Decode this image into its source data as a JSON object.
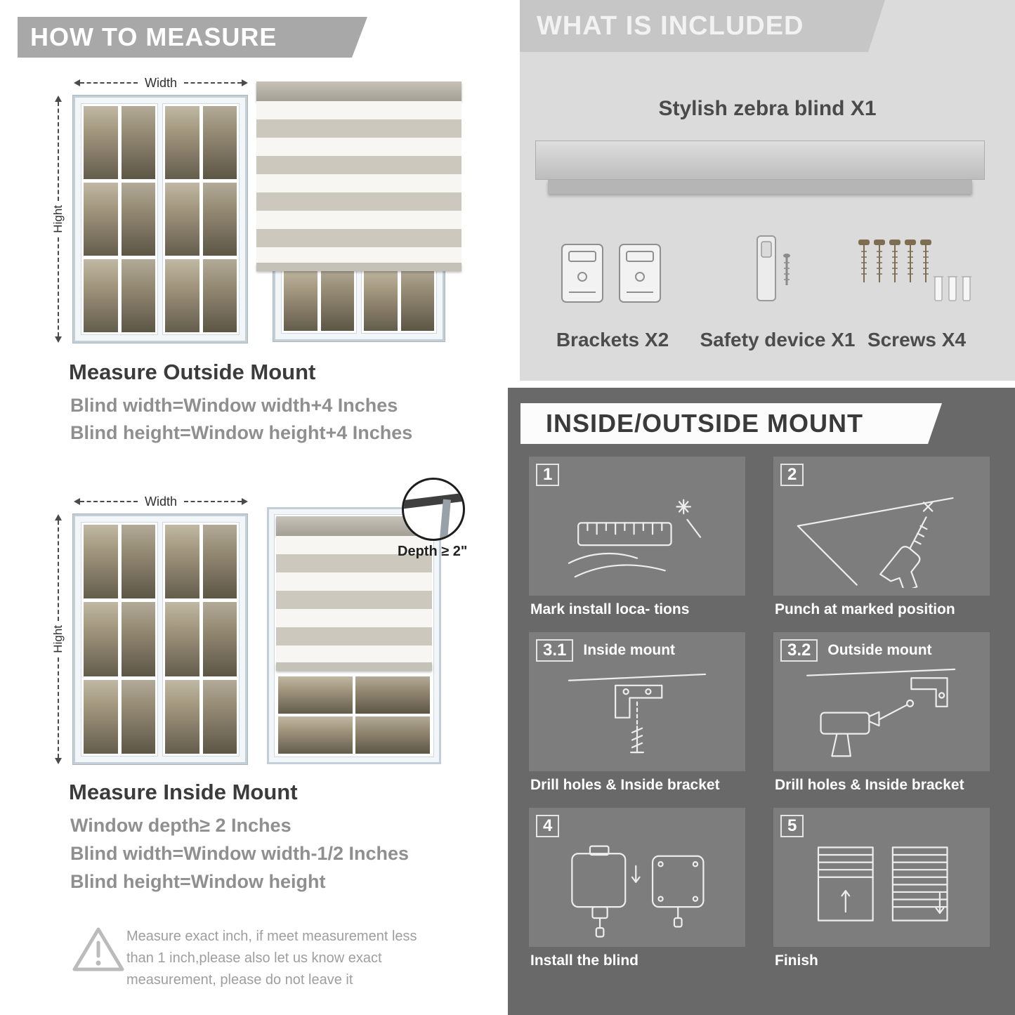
{
  "colors": {
    "banner_gray": "#a8a8a8",
    "included_panel": "#dbdbdb",
    "mount_panel": "#696969",
    "heading_dark": "#3b3b3b",
    "formula_gray": "#8f8f8f"
  },
  "left": {
    "banner": "HOW TO MEASURE",
    "outside_fig": {
      "width_label": "Width",
      "height_label": "Hight"
    },
    "outside_heading": "Measure Outside Mount",
    "outside_lines": [
      "Blind width=Window width+4 Inches",
      "Blind height=Window height+4 Inches"
    ],
    "inside_fig": {
      "width_label": "Width",
      "height_label": "Hight",
      "depth_label": "Depth ≥ 2\""
    },
    "inside_heading": "Measure Inside Mount",
    "inside_lines": [
      "Window depth≥ 2 Inches",
      "Blind width=Window width-1/2 Inches",
      "Blind height=Window height"
    ],
    "warning_text": "Measure exact inch, if meet measurement less than 1 inch,please also let us know exact measurement, please do not leave it"
  },
  "right": {
    "included": {
      "banner": "WHAT IS INCLUDED",
      "product_label": "Stylish zebra blind X1",
      "item_labels": [
        "Brackets X2",
        "Safety device X1",
        "Screws X4"
      ]
    },
    "mount": {
      "banner": "INSIDE/OUTSIDE MOUNT",
      "steps": [
        {
          "num": "1",
          "title": "",
          "caption": "Mark install loca- tions"
        },
        {
          "num": "2",
          "title": "",
          "caption": "Punch at  marked position"
        },
        {
          "num": "3.1",
          "title": "Inside mount",
          "caption": "Drill holes &  Inside bracket"
        },
        {
          "num": "3.2",
          "title": "Outside mount",
          "caption": "Drill holes &  Inside bracket"
        },
        {
          "num": "4",
          "title": "",
          "caption": "Install the blind"
        },
        {
          "num": "5",
          "title": "",
          "caption": "Finish"
        }
      ]
    }
  }
}
